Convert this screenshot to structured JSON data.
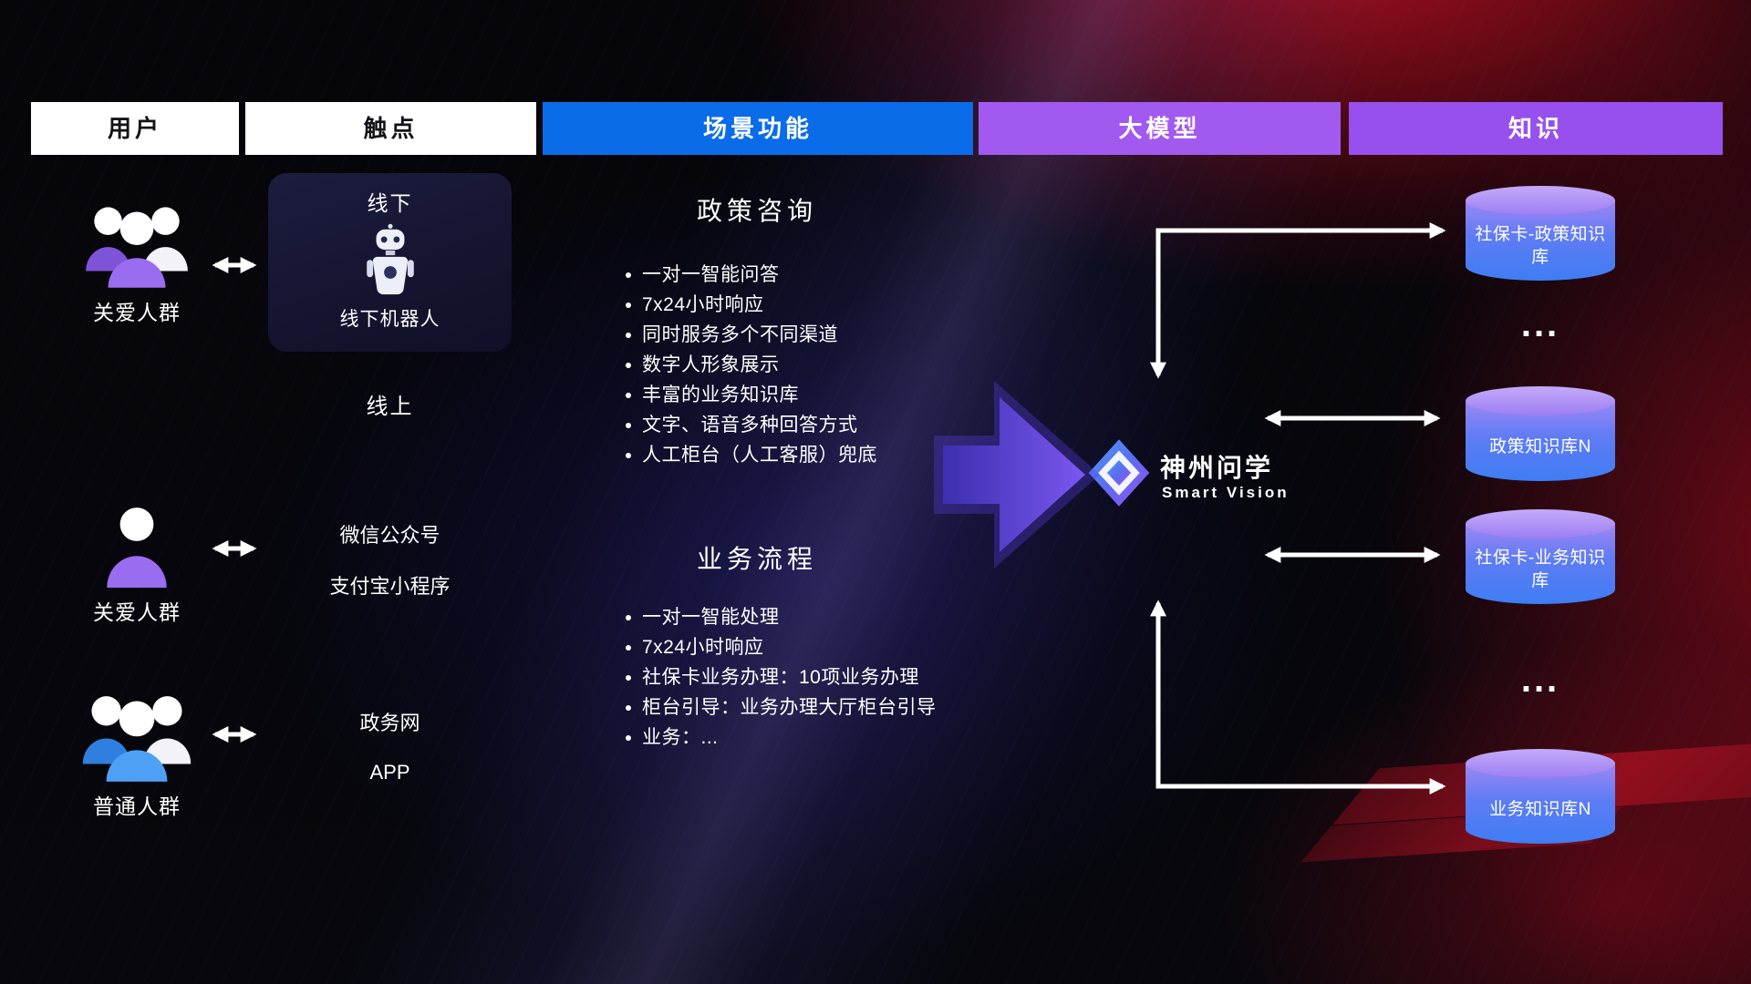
{
  "colors": {
    "header_users_bg": "#ffffff",
    "header_touchpoints_bg": "#ffffff",
    "header_scene_bg": "#0a6ce8",
    "header_model_bg": "#a259f0",
    "header_knowledge_bg": "#9750ee",
    "accent_purple": "#9a6cf0",
    "accent_blue": "#4da0f5",
    "cylinder_top": "#bba4f8",
    "cylinder_body": "#3f7df4",
    "arrow_white": "#ffffff"
  },
  "headers": [
    {
      "label": "用户"
    },
    {
      "label": "触点"
    },
    {
      "label": "场景功能"
    },
    {
      "label": "大模型"
    },
    {
      "label": "知识"
    }
  ],
  "users": [
    {
      "label": "关爱人群"
    },
    {
      "label": "关爱人群"
    },
    {
      "label": "普通人群"
    }
  ],
  "touchpoints": {
    "offline_title": "线下",
    "offline_robot": "线下机器人",
    "online_title": "线上",
    "wechat": "微信公众号",
    "alipay": "支付宝小程序",
    "gov": "政务网",
    "app": "APP"
  },
  "scenarios": [
    {
      "title": "政策咨询",
      "items": [
        "一对一智能问答",
        "7x24小时响应",
        "同时服务多个不同渠道",
        "数字人形象展示",
        "丰富的业务知识库",
        "文字、语音多种回答方式",
        "人工柜台（人工客服）兜底"
      ]
    },
    {
      "title": "业务流程",
      "items": [
        "一对一智能处理",
        "7x24小时响应",
        "社保卡业务办理：10项业务办理",
        "柜台引导：业务办理大厅柜台引导",
        "业务：..."
      ]
    }
  ],
  "model": {
    "name": "神州问学",
    "subtitle": "Smart Vision"
  },
  "knowledge": {
    "items": [
      {
        "label": "社保卡-政策知识库"
      },
      {
        "label": "政策知识库N"
      },
      {
        "label": "社保卡-业务知识库"
      },
      {
        "label": "业务知识库N"
      }
    ],
    "ellipsis": "..."
  }
}
